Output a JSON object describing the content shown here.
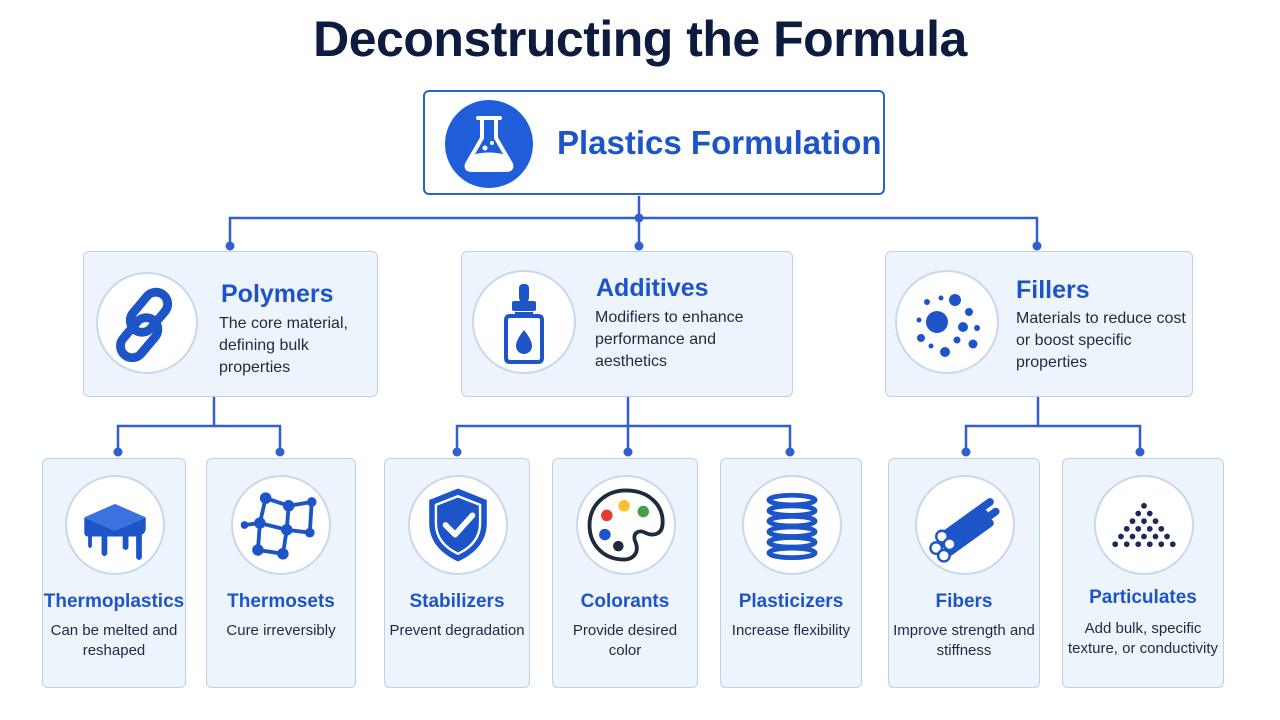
{
  "title": "Deconstructing the Formula",
  "colors": {
    "accent": "#1d55c9",
    "connector": "#2f5fd0",
    "card_bg": "#eef4fc",
    "card_border": "#bcd0ec",
    "title": "#0d1b3e"
  },
  "root": {
    "label": "Plastics Formulation",
    "icon": "flask-icon"
  },
  "categories": [
    {
      "title": "Polymers",
      "description": "The core material, defining bulk properties",
      "icon": "chain-link-icon",
      "children": [
        {
          "title": "Thermoplastics",
          "description": "Can be melted and reshaped",
          "icon": "melting-block-icon"
        },
        {
          "title": "Thermosets",
          "description": "Cure irreversibly",
          "icon": "molecular-network-icon"
        }
      ]
    },
    {
      "title": "Additives",
      "description": "Modifiers to enhance performance and aesthetics",
      "icon": "dropper-bottle-icon",
      "children": [
        {
          "title": "Stabilizers",
          "description": "Prevent degradation",
          "icon": "shield-check-icon"
        },
        {
          "title": "Colorants",
          "description": "Provide desired color",
          "icon": "paint-palette-icon"
        },
        {
          "title": "Plasticizers",
          "description": "Increase flexibility",
          "icon": "spring-coil-icon"
        }
      ]
    },
    {
      "title": "Fillers",
      "description": "Materials to reduce cost or boost specific properties",
      "icon": "scattered-particles-icon",
      "children": [
        {
          "title": "Fibers",
          "description": "Improve strength and stiffness",
          "icon": "fiber-bundle-icon"
        },
        {
          "title": "Particulates",
          "description": "Add bulk, specific texture, or conductivity",
          "icon": "particle-pile-icon"
        }
      ]
    }
  ]
}
